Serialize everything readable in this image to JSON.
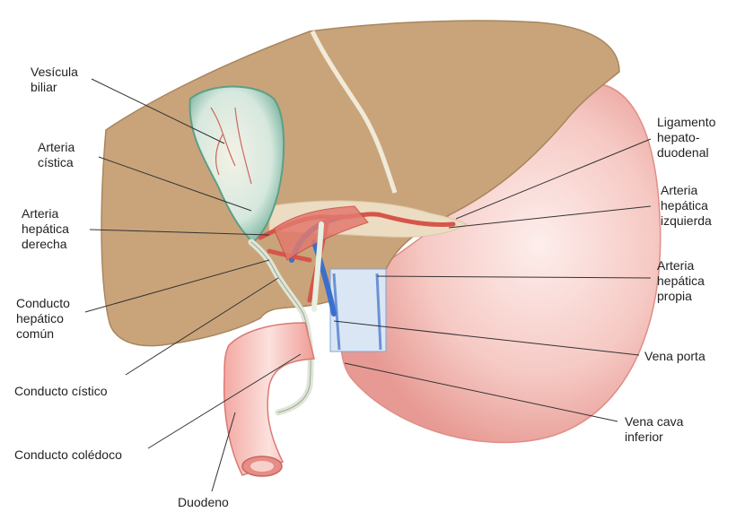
{
  "labels": {
    "vesicula_biliar": "Vesícula\nbiliar",
    "arteria_cistica": "Arteria\ncística",
    "arteria_hepatica_derecha": "Arteria\nhepática\nderecha",
    "conducto_hepatico_comun": "Conducto\nhepático\ncomún",
    "conducto_cistico": "Conducto cístico",
    "conducto_coledoco": "Conducto colédoco",
    "duodeno": "Duodeno",
    "ligamento_hepatoduodenal": "Ligamento\nhepato-\nduodenal",
    "arteria_hepatica_izquierda": "Arteria\nhepática\nizquierda",
    "arteria_hepatica_propia": "Arteria\nhepática\npropia",
    "vena_porta": "Vena porta",
    "vena_cava_inferior": "Vena cava\ninferior"
  },
  "colors": {
    "liver": "#c9a47a",
    "liver_edge": "#a9865e",
    "stomach": "#f2b7b2",
    "stomach_light": "#fbe3df",
    "gallbladder": "#cfe5dc",
    "gallbladder_edge": "#6aa893",
    "duct": "#dfe6d8",
    "artery": "#d6554a",
    "vein": "#4a7fd1",
    "leader": "#333333"
  }
}
